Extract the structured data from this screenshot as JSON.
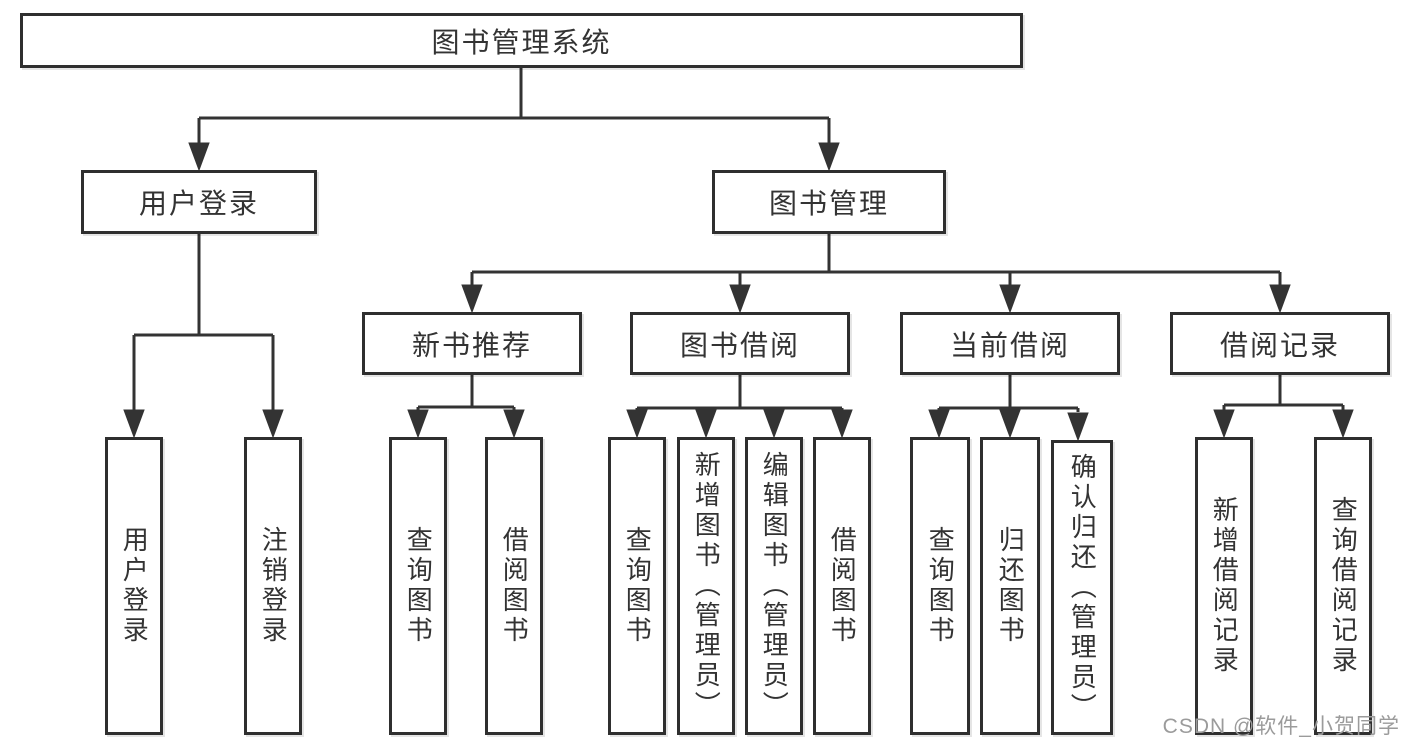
{
  "tree": {
    "root": {
      "label": "图书管理系统"
    },
    "level2": [
      {
        "label": "用户登录",
        "children": [
          {
            "label": "用户登录"
          },
          {
            "label": "注销登录"
          }
        ]
      },
      {
        "label": "图书管理",
        "children": [
          {
            "label": "新书推荐",
            "children": [
              {
                "label": "查询图书"
              },
              {
                "label": "借阅图书"
              }
            ]
          },
          {
            "label": "图书借阅",
            "children": [
              {
                "label": "查询图书"
              },
              {
                "label": "新增图书（管理员）"
              },
              {
                "label": "编辑图书（管理员）"
              },
              {
                "label": "借阅图书"
              }
            ]
          },
          {
            "label": "当前借阅",
            "children": [
              {
                "label": "查询图书"
              },
              {
                "label": "归还图书"
              },
              {
                "label": "确认归还（管理员）"
              }
            ]
          },
          {
            "label": "借阅记录",
            "children": [
              {
                "label": "新增借阅记录"
              },
              {
                "label": "查询借阅记录"
              }
            ]
          }
        ]
      }
    ]
  },
  "watermark": {
    "text": "CSDN @软件_小贺同学"
  },
  "colors": {
    "line": "#333333",
    "box_border": "#2f2f2f",
    "text": "#333333",
    "watermark": "#9b9b9b",
    "background": "#ffffff"
  }
}
